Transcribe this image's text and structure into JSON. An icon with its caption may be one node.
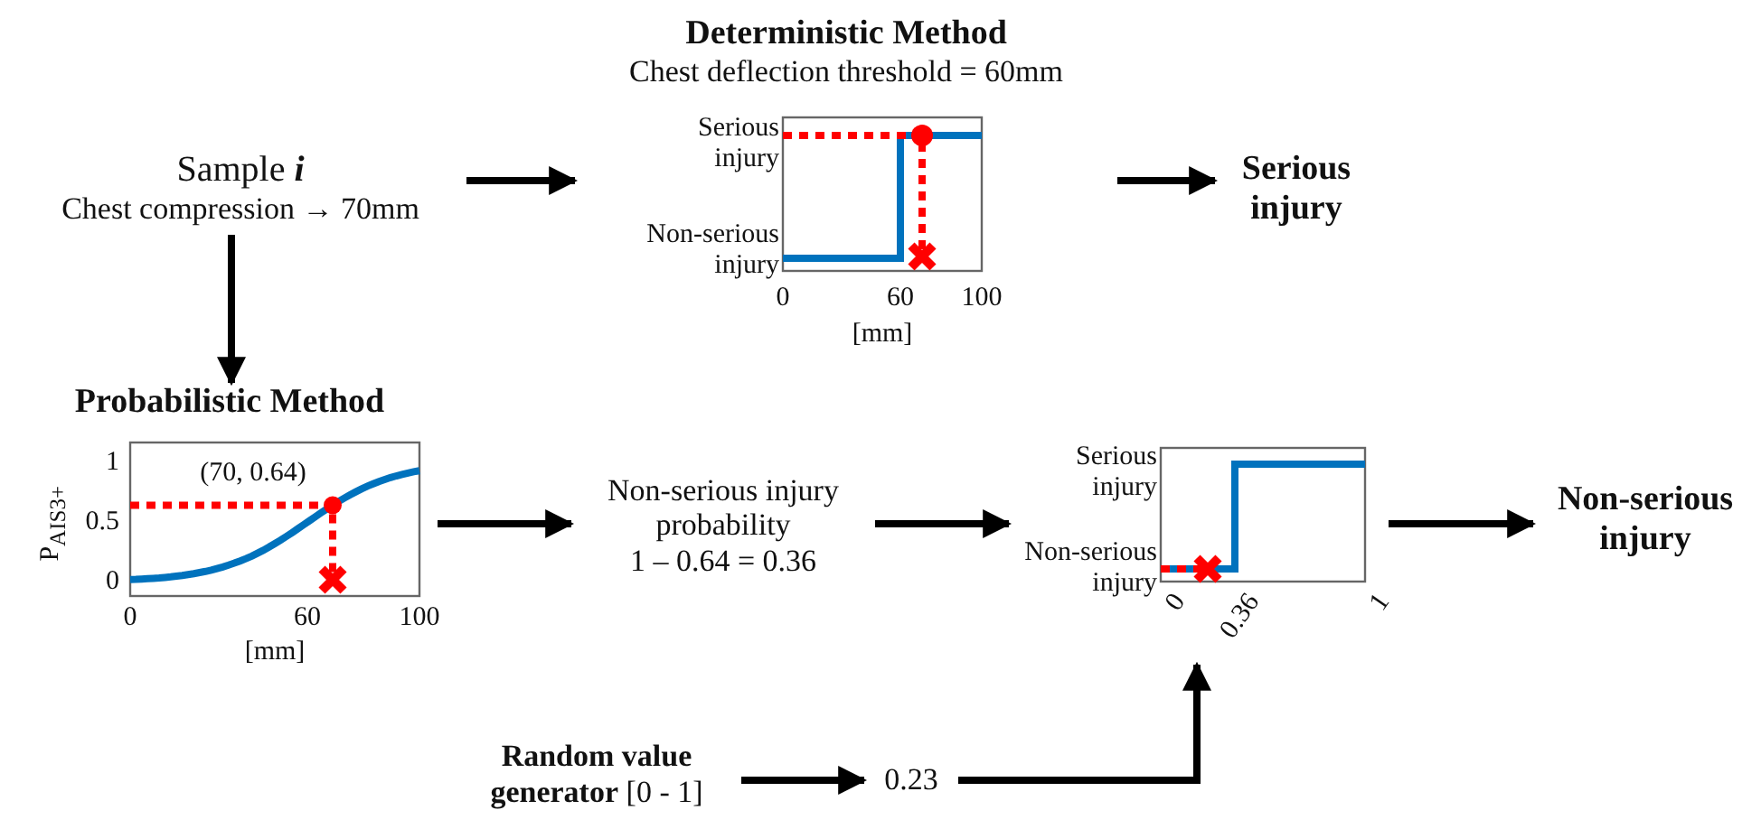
{
  "diagram": {
    "nodes": [
      {
        "text": [
          "Sample **i**",
          "Chest compression → 70mm"
        ]
      },
      {
        "text": [
          "Deterministic Method",
          "Chest deflection threshold = 60mm"
        ]
      },
      {
        "text": [
          "Serious injury"
        ]
      },
      {
        "text": [
          "Probabilistic Method"
        ]
      },
      {
        "text": [
          "Non-serious injury probability",
          "1 – 0.64 = 0.36"
        ]
      },
      {
        "text": [],
        "shape": "picture",
        "beside": [
          "Serious injury",
          "Non-serious injury",
          "0",
          "0.36",
          "1"
        ]
      },
      {
        "text": [
          "Non-serious injury"
        ]
      },
      {
        "text": [
          "**Random value generator** [0 - 1]"
        ]
      },
      {
        "text": [
          "0.23"
        ]
      }
    ],
    "edges": [
      {
        "from": 0,
        "to": 1,
        "arrow": "to"
      },
      {
        "from": 1,
        "to": 2,
        "arrow": "to"
      },
      {
        "from": 0,
        "to": 3,
        "arrow": "to"
      },
      {
        "from": 3,
        "to": 4,
        "arrow": "to"
      },
      {
        "from": 4,
        "to": 5,
        "arrow": "to"
      },
      {
        "from": 5,
        "to": 6,
        "arrow": "to"
      },
      {
        "from": 7,
        "to": 8,
        "arrow": "to"
      },
      {
        "from": 8,
        "to": 5,
        "arrow": "to"
      }
    ],
    "labels": [
      "Serious injury",
      "Non-serious injury",
      "0",
      "60",
      "100",
      "[mm]",
      "P$_{AIS3+}$",
      "1",
      "0.5",
      "0",
      "(70, 0.64)",
      "0",
      "60",
      "100",
      "[mm]"
    ]
  }
}
